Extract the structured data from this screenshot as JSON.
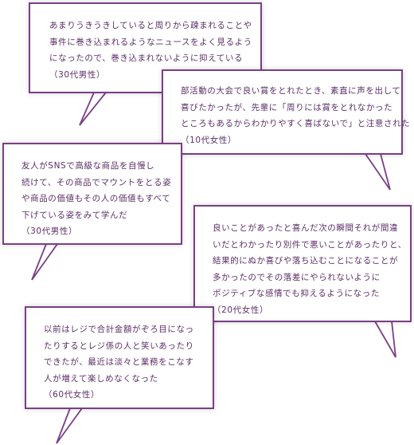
{
  "bubbles": [
    {
      "lines": [
        "あまりうきうきしていると周りから疎まれることや",
        "事件に巻き込まれるようなニュースをよく見るよう",
        "になったので、巻き込まれないように抑えている",
        "（30代男性）"
      ]
    },
    {
      "lines": [
        "部活動の大会で良い賞をとれたとき、素直に声を出して",
        "喜びたかったが、先輩に「周りには賞をとれなかった",
        "ところもあるからわかりやすく喜ばないで」と注意された",
        "（10代女性）"
      ]
    },
    {
      "lines": [
        "友人がSNSで高級な商品を自慢し",
        "続けて、その商品でマウントをとる姿",
        "や商品の価値もその人の価値もすべて",
        "下げている姿をみて学んだ",
        "（30代男性）"
      ]
    },
    {
      "lines": [
        "良いことがあったと喜んだ次の瞬間それが間違",
        "いだとわかったり別件で悪いことがあったりと、",
        "結果的にぬか喜びや落ち込むことになることが",
        "多かったのでその落差にやられないように",
        "ポジティブな感情でも抑えるようになった",
        "（20代女性）"
      ]
    },
    {
      "lines": [
        "以前はレジで合計金額がぞろ目になっ",
        "たりするとレジ係の人と笑いあったり",
        "できたが、最近は淡々と業務をこなす",
        "人が増えて楽しめなくなった",
        "（60代女性）"
      ]
    }
  ],
  "colors": {
    "border": "#7a3f86",
    "text": "#5b2f66"
  }
}
